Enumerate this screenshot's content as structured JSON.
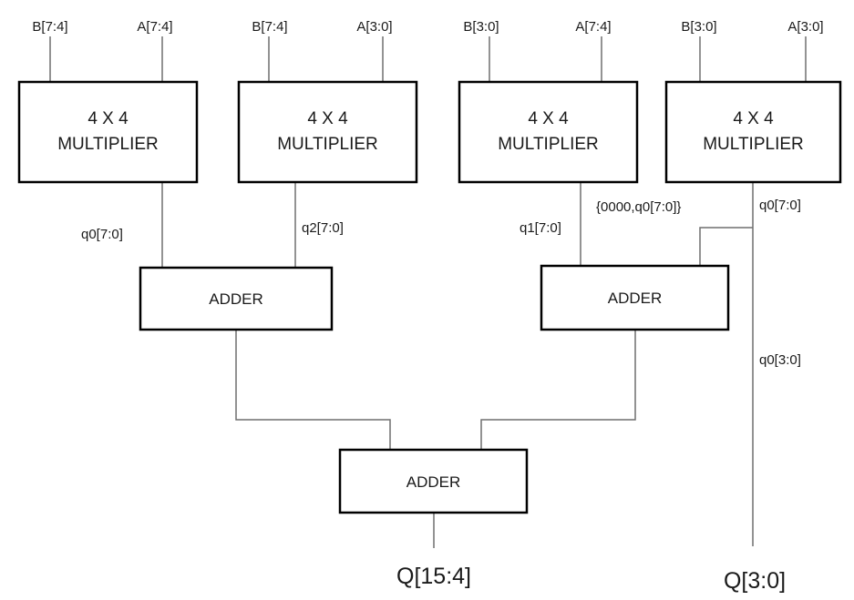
{
  "multipliers": [
    {
      "inputs": [
        "B[7:4]",
        "A[7:4]"
      ],
      "line1": "4 X 4",
      "line2": "MULTIPLIER"
    },
    {
      "inputs": [
        "B[7:4]",
        "A[3:0]"
      ],
      "line1": "4 X 4",
      "line2": "MULTIPLIER"
    },
    {
      "inputs": [
        "B[3:0]",
        "A[7:4]"
      ],
      "line1": "4 X 4",
      "line2": "MULTIPLIER"
    },
    {
      "inputs": [
        "B[3:0]",
        "A[3:0]"
      ],
      "line1": "4 X 4",
      "line2": "MULTIPLIER"
    }
  ],
  "adders": [
    {
      "label": "ADDER"
    },
    {
      "label": "ADDER"
    },
    {
      "label": "ADDER"
    }
  ],
  "signals": {
    "mult1_out": "q0[7:0]",
    "mult2_out": "q2[7:0]",
    "mult3_out": "q1[7:0]",
    "concat": "{0000,q0[7:0]}",
    "mult4_out": "q0[7:0]",
    "low_bits": "q0[3:0]"
  },
  "outputs": {
    "high": "Q[15:4]",
    "low": "Q[3:0]"
  }
}
